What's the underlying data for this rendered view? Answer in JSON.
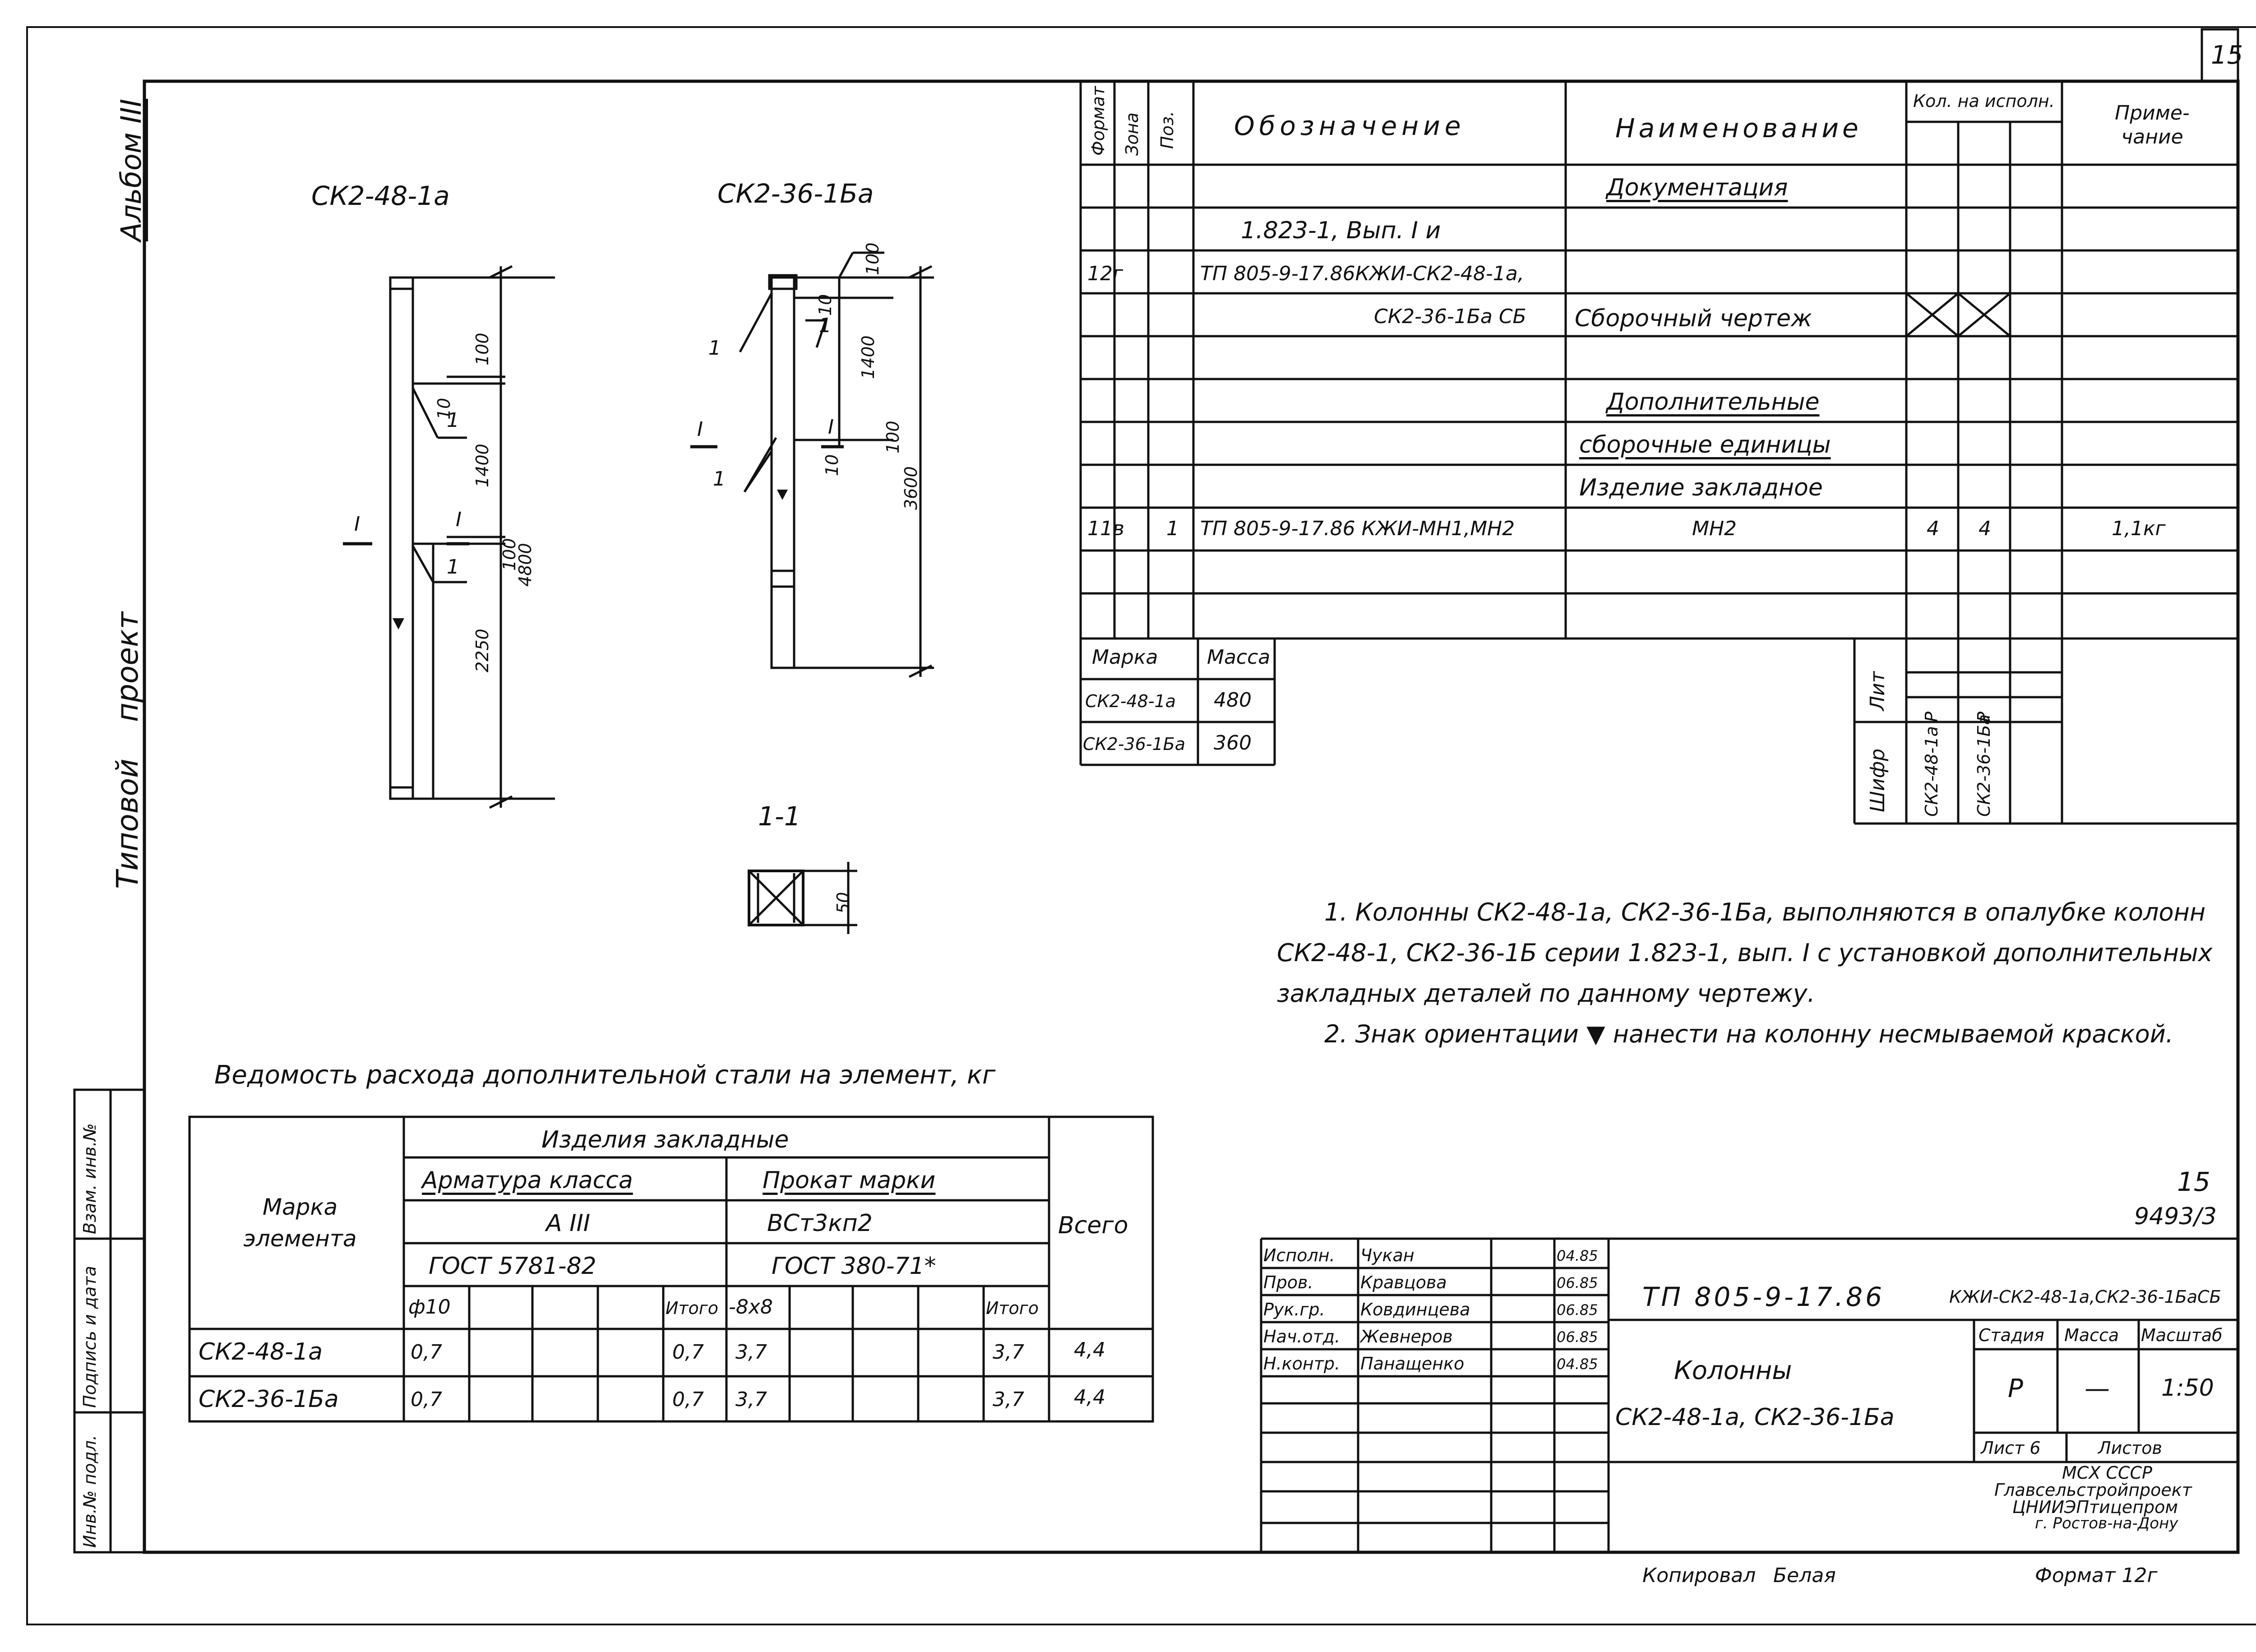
{
  "sheet": {
    "page_number": "15",
    "album": "Альбом III",
    "project_type": "Типовой проект"
  },
  "drawings": {
    "col1": {
      "title": "СК2-48-1а",
      "dims": [
        "100",
        "10",
        "1400",
        "100",
        "4800",
        "2250"
      ],
      "marks": [
        "1",
        "1",
        "I",
        "I"
      ]
    },
    "col2": {
      "title": "СК2-36-1Ба",
      "dims": [
        "100",
        "10",
        "1400",
        "100",
        "10",
        "3600"
      ],
      "marks": [
        "1",
        "1",
        "1",
        "I",
        "I"
      ]
    },
    "section": {
      "title": "1-1",
      "dim": "50"
    }
  },
  "spec": {
    "headers": {
      "format": "Формат",
      "zone": "Зона",
      "pos": "Поз.",
      "designation": "Обозначение",
      "name": "Наименование",
      "qty": "Кол. на исполн.",
      "note": "Приме-чание"
    },
    "rows": [
      {
        "format": "",
        "pos": "",
        "designation": "",
        "name": "Документация",
        "qty1": "",
        "qty2": "",
        "note": ""
      },
      {
        "format": "",
        "pos": "",
        "designation": "1.823-1, Вып. I и",
        "name": "",
        "qty1": "",
        "qty2": "",
        "note": ""
      },
      {
        "format": "12г",
        "pos": "",
        "designation": "ТП 805-9-17.86КЖИ-СК2-48-1а,",
        "name": "",
        "qty1": "",
        "qty2": "",
        "note": ""
      },
      {
        "format": "",
        "pos": "",
        "designation": "СК2-36-1Ба СБ",
        "name": "Сборочный чертеж",
        "qty1": "",
        "qty2": "",
        "note": ""
      },
      {
        "format": "",
        "pos": "",
        "designation": "",
        "name": "",
        "qty1": "",
        "qty2": "",
        "note": ""
      },
      {
        "format": "",
        "pos": "",
        "designation": "",
        "name": "Дополнительные",
        "qty1": "",
        "qty2": "",
        "note": ""
      },
      {
        "format": "",
        "pos": "",
        "designation": "",
        "name": "сборочные единицы",
        "qty1": "",
        "qty2": "",
        "note": ""
      },
      {
        "format": "",
        "pos": "",
        "designation": "",
        "name": "Изделие закладное",
        "qty1": "",
        "qty2": "",
        "note": ""
      },
      {
        "format": "11в",
        "pos": "1",
        "designation": "ТП 805-9-17.86 КЖИ-МН1,МН2",
        "name": "МН2",
        "qty1": "4",
        "qty2": "4",
        "note": "1,1кг"
      }
    ]
  },
  "mass_table": {
    "h1": "Марка",
    "h2": "Масса",
    "rows": [
      {
        "mark": "СК2-48-1а",
        "mass": "480"
      },
      {
        "mark": "СК2-36-1Ба",
        "mass": "360"
      }
    ]
  },
  "lit_block": {
    "lit": "Лит",
    "shifr": "Шифр",
    "c1": "СК2-48-1а",
    "c2": "СК2-36-1Ба",
    "l1": "Р",
    "l2": "Р"
  },
  "notes": {
    "n1a": "1. Колонны СК2-48-1а, СК2-36-1Ба, выполняются в опалубке колонн",
    "n1b": "СК2-48-1, СК2-36-1Б серии 1.823-1, вып. I с установкой дополнительных",
    "n1c": "закладных деталей по данному чертежу.",
    "n2": "2. Знак ориентации ▼ нанести на колонну несмываемой краской."
  },
  "steel": {
    "title": "Ведомость расхода дополнительной стали на элемент, кг",
    "mark_header": "Марка элемента",
    "embedded": "Изделия закладные",
    "rebar": "Арматура класса",
    "rebar_class": "A III",
    "rebar_gost": "ГОСТ 5781-82",
    "rolled": "Прокат марки",
    "rolled_grade": "ВСт3кп2",
    "rolled_gost": "ГОСТ 380-71*",
    "total": "Всего",
    "d10": "ф10",
    "itogo": "Итого",
    "flat": "-8х8",
    "itogo2": "Итого",
    "rows": [
      {
        "mark": "СК2-48-1а",
        "d10": "0,7",
        "it1": "0,7",
        "flat": "3,7",
        "it2": "3,7",
        "total": "4,4"
      },
      {
        "mark": "СК2-36-1Ба",
        "d10": "0,7",
        "it1": "0,7",
        "flat": "3,7",
        "it2": "3,7",
        "total": "4,4"
      }
    ]
  },
  "title_block": {
    "sheet_no": "15",
    "doc_no": "9493/3",
    "people": [
      {
        "role": "Исполн.",
        "name": "Чукан",
        "date": "04.85"
      },
      {
        "role": "Пров.",
        "name": "Кравцова",
        "date": "06.85"
      },
      {
        "role": "Рук.гр.",
        "name": "Ковдинцева",
        "date": "06.85"
      },
      {
        "role": "Нач.отд.",
        "name": "Жевнеров",
        "date": "06.85"
      },
      {
        "role": "Н.контр.",
        "name": "Панащенко",
        "date": "04.85"
      }
    ],
    "code": "ТП 805-9-17.86",
    "code2": "КЖИ-СК2-48-1а,СК2-36-1БаСБ",
    "object_title": "Колонны",
    "object_sub": "СК2-48-1а, СК2-36-1Ба",
    "stage_h": "Стадия",
    "mass_h": "Масса",
    "scale_h": "Масштаб",
    "stage": "Р",
    "mass": "—",
    "scale": "1:50",
    "sheet_h": "Лист 6",
    "sheets_h": "Листов",
    "org1": "МСХ СССР",
    "org2": "Главсельстройпроект",
    "org3": "ЦНИИЭПтицепром",
    "org4": "г. Ростов-на-Дону",
    "copied": "Копировал",
    "copier": "Белая",
    "format": "Формат 12г"
  },
  "side_stamp": {
    "a": "Инв.№ подл.",
    "b": "Подпись и дата",
    "c": "Взам. инв.№"
  }
}
